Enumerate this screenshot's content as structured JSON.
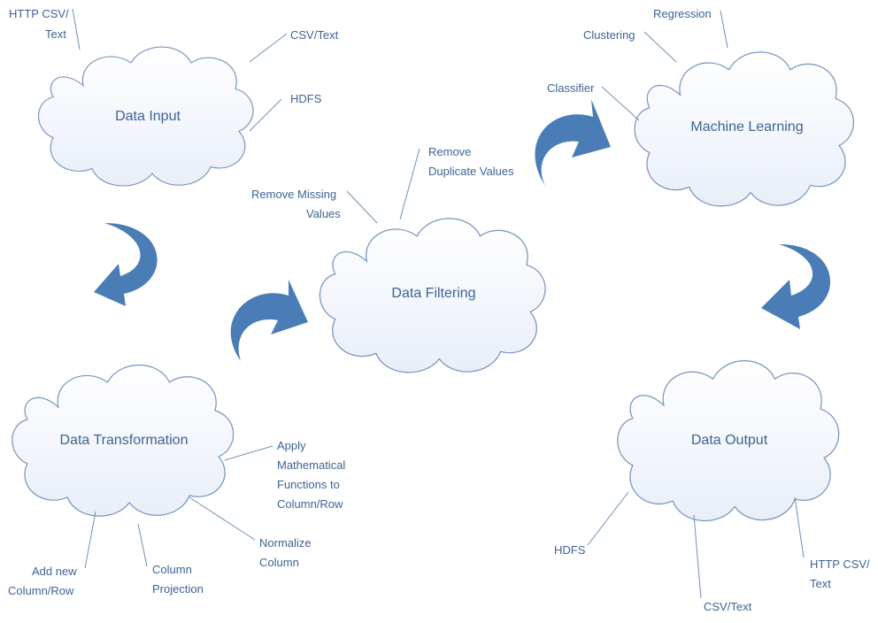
{
  "nodes": {
    "data_input": "Data Input",
    "data_filtering": "Data Filtering",
    "machine_learning": "Machine Learning",
    "data_transformation": "Data Transformation",
    "data_output": "Data Output"
  },
  "input_labels": {
    "http_line1": "HTTP CSV/",
    "http_line2": "Text",
    "csv": "CSV/Text",
    "hdfs": "HDFS"
  },
  "filtering_labels": {
    "missing_line1": "Remove Missing",
    "missing_line2": "Values",
    "duplicate_line1": "Remove",
    "duplicate_line2": "Duplicate Values"
  },
  "ml_labels": {
    "regression": "Regression",
    "clustering": "Clustering",
    "classifier": "Classifier"
  },
  "transformation_labels": {
    "apply_line1": "Apply",
    "apply_line2": "Mathematical",
    "apply_line3": "Functions to",
    "apply_line4": "Column/Row",
    "normalize_line1": "Normalize",
    "normalize_line2": "Column",
    "projection_line1": "Column",
    "projection_line2": "Projection",
    "addnew_line1": "Add new",
    "addnew_line2": "Column/Row"
  },
  "output_labels": {
    "hdfs": "HDFS",
    "csv": "CSV/Text",
    "http_line1": "HTTP CSV/",
    "http_line2": "Text"
  },
  "colors": {
    "arrow": "#4a7db5",
    "cloud_stroke": "#7795be",
    "text": "#3e6394"
  }
}
